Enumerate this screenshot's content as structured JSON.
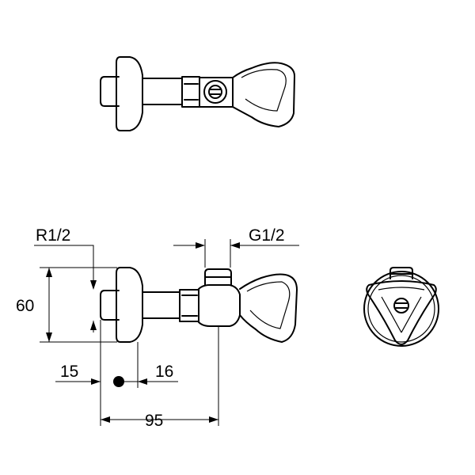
{
  "labels": {
    "inlet_thread": "R1/2",
    "outlet_thread": "G1/2",
    "height": "60",
    "left_offset": "15",
    "right_offset": "16",
    "total_length": "95"
  }
}
